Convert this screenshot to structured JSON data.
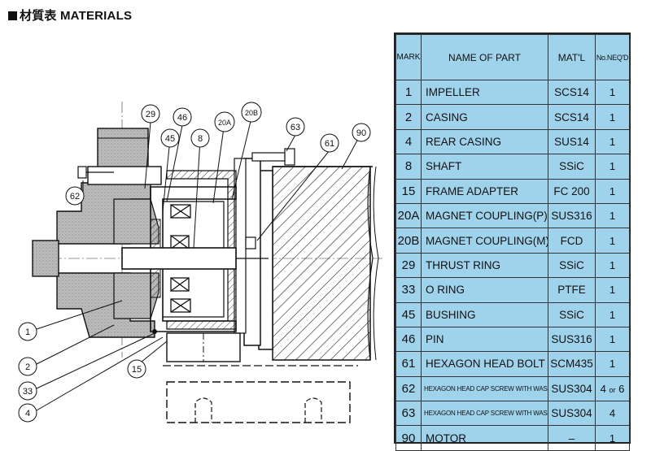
{
  "title": "材質表  MATERIALS",
  "headers": {
    "mark": "MARK",
    "name": "NAME OF PART",
    "mat": "MAT'L",
    "qty": "No.NEQ'D"
  },
  "rows": [
    {
      "mark": "1",
      "name": "IMPELLER",
      "mat": "SCS14",
      "qty": "1"
    },
    {
      "mark": "2",
      "name": "CASING",
      "mat": "SCS14",
      "qty": "1"
    },
    {
      "mark": "4",
      "name": "REAR CASING",
      "mat": "SUS14",
      "qty": "1"
    },
    {
      "mark": "8",
      "name": "SHAFT",
      "mat": "SSiC",
      "qty": "1"
    },
    {
      "mark": "15",
      "name": "FRAME ADAPTER",
      "mat": "FC 200",
      "qty": "1"
    },
    {
      "mark": "20A",
      "name": "MAGNET COUPLING(P)",
      "mat": "SUS316",
      "qty": "1"
    },
    {
      "mark": "20B",
      "name": "MAGNET COUPLING(M)",
      "mat": "FCD",
      "qty": "1"
    },
    {
      "mark": "29",
      "name": "THRUST RING",
      "mat": "SSiC",
      "qty": "1"
    },
    {
      "mark": "33",
      "name": "O RING",
      "mat": "PTFE",
      "qty": "1"
    },
    {
      "mark": "45",
      "name": "BUSHING",
      "mat": "SSiC",
      "qty": "1"
    },
    {
      "mark": "46",
      "name": "PIN",
      "mat": "SUS316",
      "qty": "1"
    },
    {
      "mark": "61",
      "name": "HEXAGON HEAD BOLT",
      "mat": "SCM435",
      "qty": "1"
    },
    {
      "mark": "62",
      "name": "HEXAGON HEAD CAP SCREW WITH WASHER",
      "mat": "SUS304",
      "qty": "4 or 6",
      "small": true
    },
    {
      "mark": "63",
      "name": "HEXAGON HEAD CAP SCREW WITH WASHER",
      "mat": "SUS304",
      "qty": "4",
      "small": true
    },
    {
      "mark": "90",
      "name": "MOTOR",
      "mat": "–",
      "qty": "1"
    }
  ],
  "callouts": {
    "c29": "29",
    "c46": "46",
    "c45": "45",
    "c8": "8",
    "c20a": "20A",
    "c20b": "20B",
    "c63": "63",
    "c61": "61",
    "c90": "90",
    "c62": "62",
    "c1": "1",
    "c2": "2",
    "c33": "33",
    "c15": "15",
    "c4": "4"
  }
}
